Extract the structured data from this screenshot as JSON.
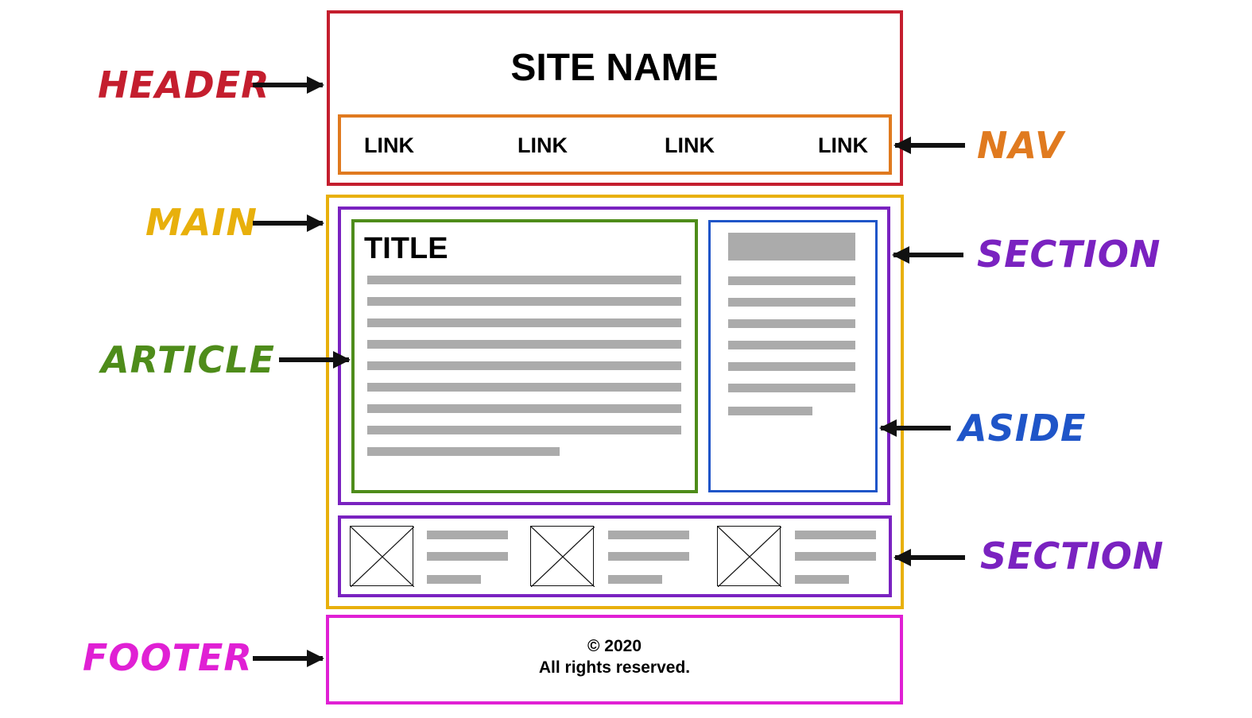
{
  "colors": {
    "header": "#c41e2e",
    "nav": "#e07a1f",
    "main": "#e8b00c",
    "section": "#7a22c0",
    "article": "#4e8c1a",
    "aside": "#1f55c8",
    "footer": "#e020d4",
    "placeholder_bar": "#ababab"
  },
  "labels": {
    "header": "HEADER",
    "nav": "NAV",
    "main": "MAIN",
    "section_top": "SECTION",
    "article": "ARTICLE",
    "aside": "ASIDE",
    "section_bottom": "SECTION",
    "footer": "FOOTER"
  },
  "wireframe": {
    "site_name": "SITE NAME",
    "nav_links": [
      "LINK",
      "LINK",
      "LINK",
      "LINK"
    ],
    "article_title": "TITLE",
    "footer_line1": "© 2020",
    "footer_line2": "All rights reserved."
  }
}
